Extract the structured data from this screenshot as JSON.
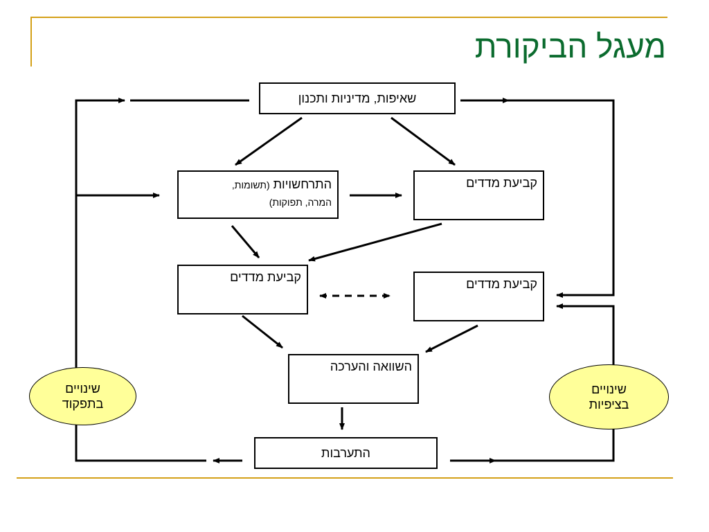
{
  "title": "מעגל הביקורת",
  "boxes": {
    "policy": "שאיפות, מדיניות ותכנון",
    "events_main": "התרחשויות",
    "events_paren1": "(תשומות,",
    "events_paren2": "המרה, תפוקות)",
    "set_measures_top": "קביעת מדדים",
    "set_measures_left": "קביעת מדדים",
    "set_measures_right": "קביעת מדדים",
    "compare": "השוואה והערכה",
    "intervention": "התערבות"
  },
  "ovals": {
    "left_line1": "שינויים",
    "left_line2": "בתפקוד",
    "right_line1": "שינויים",
    "right_line2": "בציפיות"
  },
  "colors": {
    "accent_line": "#d4a017",
    "title": "#0b6b2e",
    "oval_fill": "#ffff99"
  }
}
